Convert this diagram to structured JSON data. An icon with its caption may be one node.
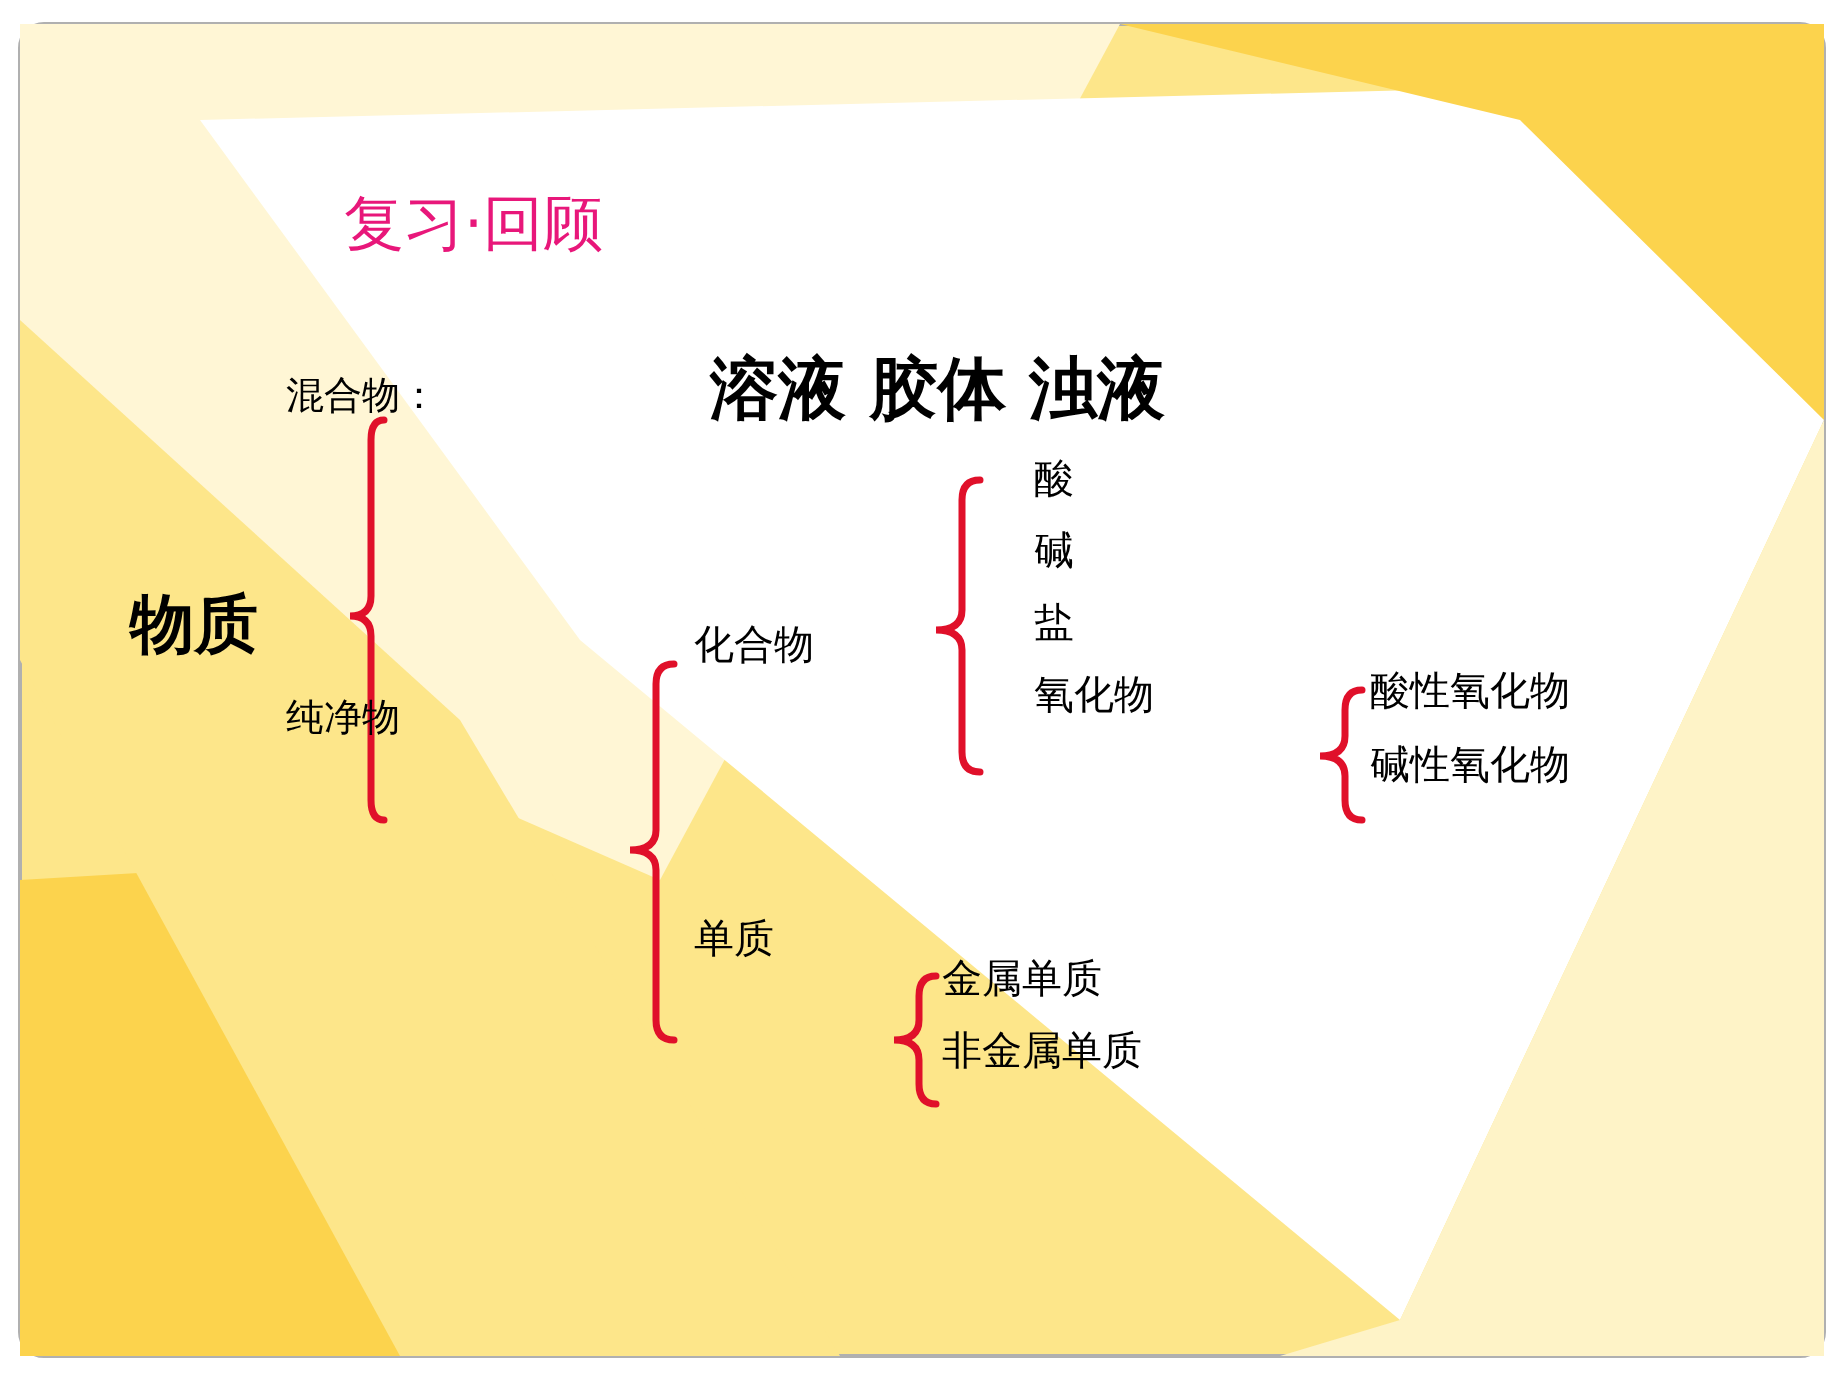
{
  "diagram": {
    "title": "复习·回顾",
    "labels": [
      "混合物：",
      "溶液 胶体 浊液",
      "酸",
      "碱",
      "物质",
      "盐",
      "化合物",
      "氧化物",
      "酸性氧化物",
      "纯净物",
      "碱性氧化物",
      "单质",
      "金属单质",
      "非金属单质"
    ]
  }
}
